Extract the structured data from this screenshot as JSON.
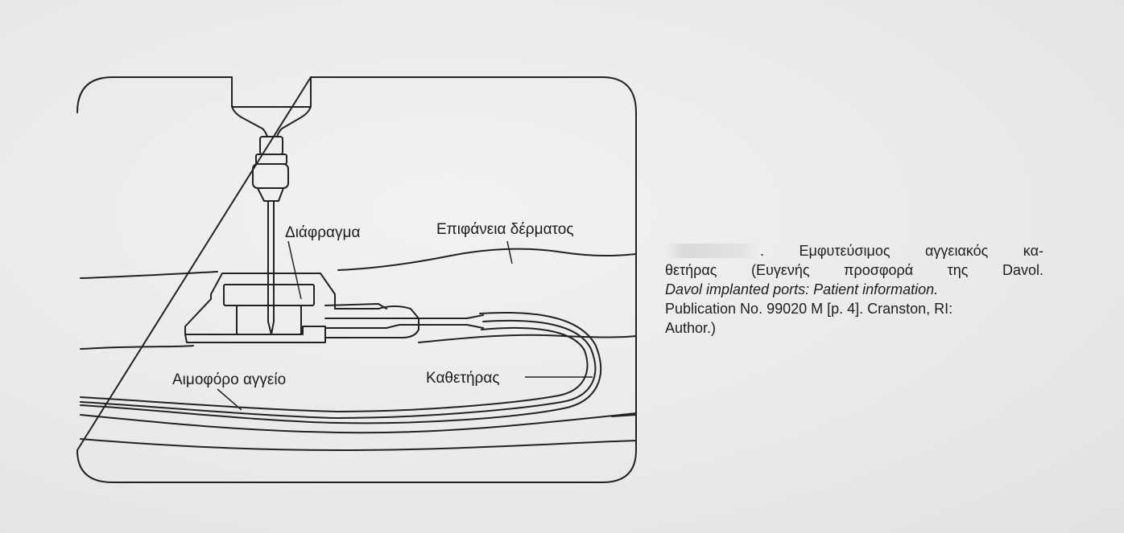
{
  "figure": {
    "labels": {
      "diaphragm": "Διάφραγμα",
      "skin_surface": "Επιφάνεια δέρματος",
      "blood_vessel": "Αιμοφόρο αγγείο",
      "catheter": "Καθετήρας"
    }
  },
  "caption": {
    "line1": ". Εμφυτεύσιμος αγγειακός κα-",
    "line2": "θετήρας (Ευγενής προσφορά της Davol.",
    "line3_italic": "Davol implanted ports: Patient information.",
    "line4": "Publication No. 99020 M [p. 4]. Cranston, RI:",
    "line5": "Author.)"
  }
}
